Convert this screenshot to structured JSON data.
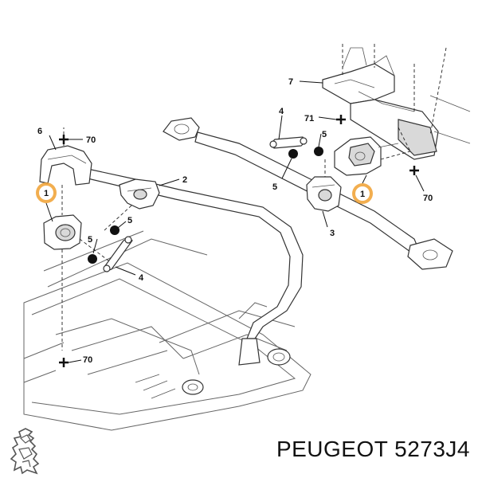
{
  "brand": {
    "name": "PEUGEOT",
    "part_number": "5273J4",
    "logo_icon": "peugeot-lion-icon"
  },
  "callouts": {
    "item_1": "1",
    "item_2": "2",
    "item_3": "3",
    "item_4": "4",
    "item_5": "5",
    "item_6": "6",
    "item_7": "7",
    "item_70": "70",
    "item_71": "71"
  },
  "colors": {
    "line": "#333333",
    "highlight": "#f0a030",
    "background": "#ffffff"
  }
}
